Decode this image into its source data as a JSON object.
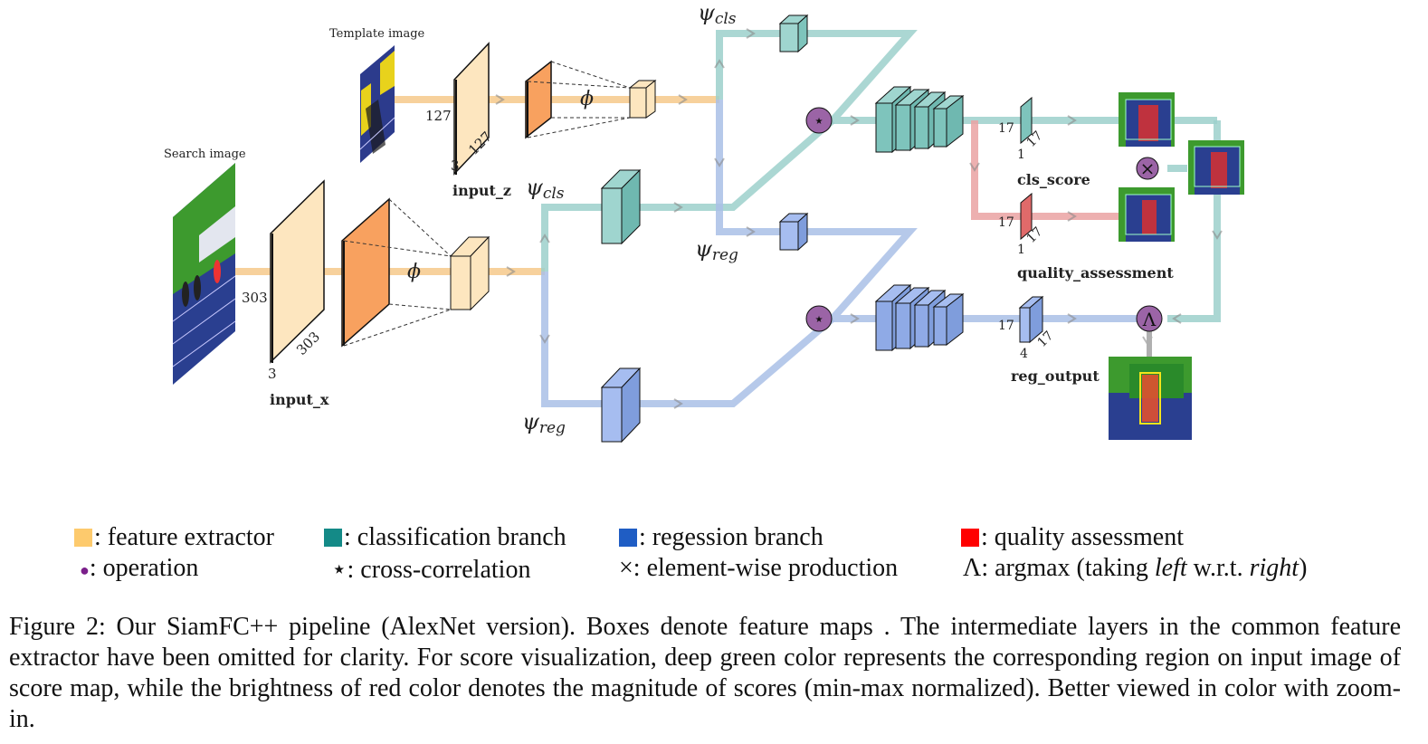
{
  "diagram": {
    "labels": {
      "template_image": "Template image",
      "search_image": "Search image",
      "input_z": "input_z",
      "input_x": "input_x",
      "phi": "ϕ",
      "z_h": "127",
      "z_w": "127",
      "z_c": "3",
      "x_h": "303",
      "x_w": "303",
      "x_c": "3",
      "psi_cls": "ψ",
      "cls_sub": "cls",
      "psi_reg": "ψ",
      "reg_sub": "reg",
      "star": "⋆",
      "times": "×",
      "argmax": "Λ",
      "cls_score": "cls_score",
      "quality_assessment": "quality_assessment",
      "reg_output": "reg_output",
      "dim_17": "17",
      "dim_1": "1",
      "dim_4": "4"
    },
    "colors": {
      "feature": "#f6c98b",
      "feature_block": "#f8a15f",
      "cls": "#9cd0cb",
      "cls_block": "#6fb8b0",
      "reg": "#a9bfe6",
      "reg_block": "#7f9ddc",
      "quality": "#eaa2a2",
      "quality_block": "#e06a6a",
      "operation": "#9b64a6"
    }
  },
  "legend": {
    "row1": [
      {
        "color": "#fdca6d",
        "text": ": feature extractor"
      },
      {
        "color": "#148a87",
        "text": ": classification branch"
      },
      {
        "color": "#1f5dc4",
        "text": ": regession branch"
      },
      {
        "color": "#ff0000",
        "text": ": quality assessment"
      }
    ],
    "row2": [
      {
        "symbol": "●",
        "text": ": operation"
      },
      {
        "symbol": "⋆",
        "text": ": cross-correlation"
      },
      {
        "symbol": "×",
        "text": ": element-wise production"
      },
      {
        "symbol": "Λ",
        "pre": ": argmax (taking ",
        "em1": "left",
        "mid": " w.r.t. ",
        "em2": "right",
        "post": ")"
      }
    ]
  },
  "caption": "Figure 2: Our SiamFC++ pipeline (AlexNet version). Boxes denote feature maps . The intermediate layers in the common feature extractor have been omitted for clarity. For score visualization, deep green color represents the corresponding region on input image of score map, while the brightness of red color denotes the magnitude of scores (min-max normalized). Better viewed in color with zoom-in."
}
